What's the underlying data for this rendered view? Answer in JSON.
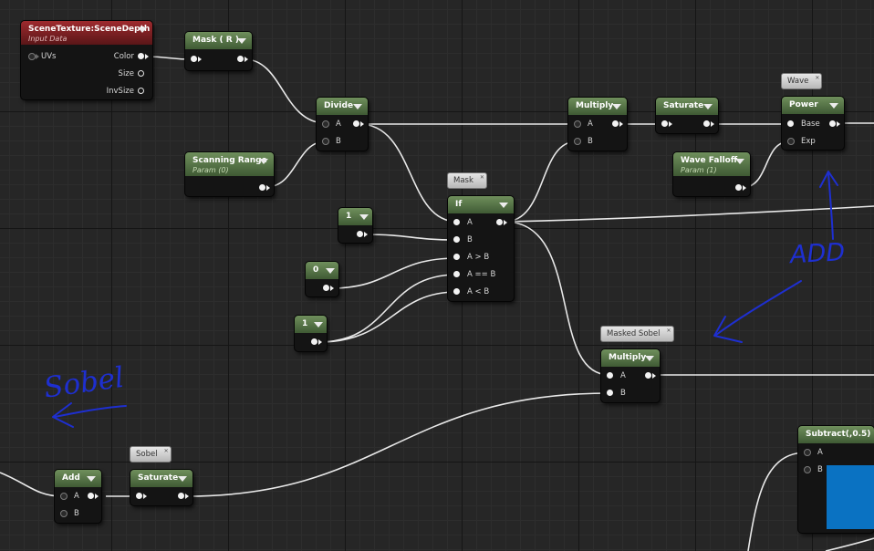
{
  "nodes": {
    "scene_texture": {
      "title": "SceneTexture:SceneDepth",
      "subtitle": "Input Data",
      "pin_uvs": "UVs",
      "pin_color": "Color",
      "pin_size": "Size",
      "pin_invsize": "InvSize"
    },
    "mask_r": {
      "title": "Mask ( R )"
    },
    "divide": {
      "title": "Divide",
      "pin_a": "A",
      "pin_b": "B"
    },
    "scanning_range": {
      "title": "Scanning Range",
      "subtitle": "Param (0)"
    },
    "multiply_top": {
      "title": "Multiply",
      "pin_a": "A",
      "pin_b": "B"
    },
    "saturate_top": {
      "title": "Saturate"
    },
    "power": {
      "title": "Power",
      "pin_base": "Base",
      "pin_exp": "Exp",
      "comment": "Wave"
    },
    "wave_falloff": {
      "title": "Wave Falloff",
      "subtitle": "Param (1)"
    },
    "if_node": {
      "title": "If",
      "comment": "Mask",
      "pin_a": "A",
      "pin_b": "B",
      "pin_agb": "A > B",
      "pin_aeb": "A == B",
      "pin_alb": "A < B"
    },
    "const_1a": {
      "title": "1"
    },
    "const_0": {
      "title": "0"
    },
    "const_1b": {
      "title": "1"
    },
    "masked_sobel": {
      "title": "Multiply",
      "comment": "Masked Sobel",
      "pin_a": "A",
      "pin_b": "B"
    },
    "add": {
      "title": "Add",
      "pin_a": "A",
      "pin_b": "B"
    },
    "saturate_bottom": {
      "title": "Saturate",
      "comment": "Sobel"
    },
    "subtract": {
      "title": "Subtract(,0.5)",
      "pin_a": "A",
      "pin_b": "B"
    }
  },
  "annotations": {
    "add_text": "ADD",
    "sobel_text": "Sobel"
  },
  "colors": {
    "wire": "#e8e8e8",
    "ink": "#1e2fd0",
    "preview": "#0a72c2"
  }
}
